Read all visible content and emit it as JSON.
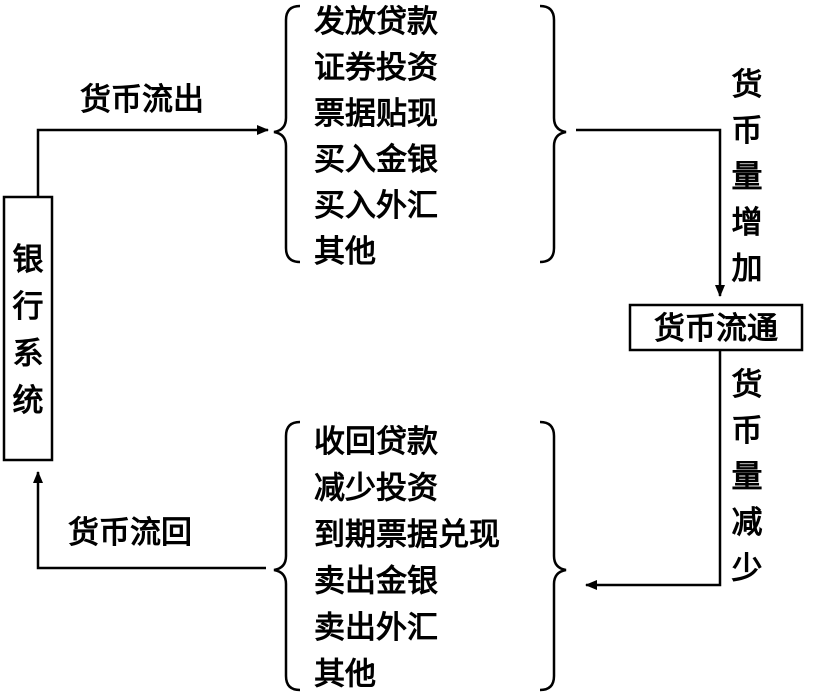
{
  "bank_system": "银行系统",
  "money_out_label": "货币流出",
  "money_back_label": "货币流回",
  "circulation": "货币流通",
  "increase_label": "货币量增加",
  "decrease_label": "货币量减少",
  "out_items": [
    "发放贷款",
    "证券投资",
    "票据贴现",
    "买入金银",
    "买入外汇",
    "其他"
  ],
  "back_items": [
    "收回贷款",
    "减少投资",
    "到期票据兑现",
    "卖出金银",
    "卖出外汇",
    "其他"
  ]
}
